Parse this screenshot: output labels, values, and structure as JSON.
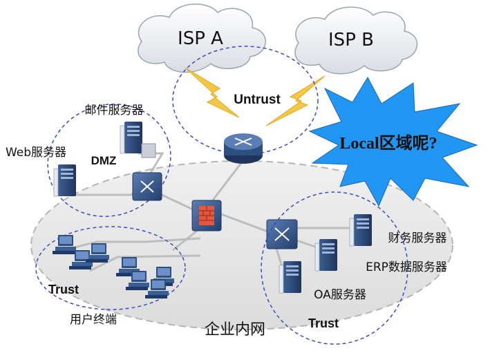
{
  "clouds": {
    "isp_a": "ISP  A",
    "isp_b": "ISP  B"
  },
  "zones": {
    "untrust": "Untrust",
    "dmz": "DMZ",
    "trust_left": "Trust",
    "trust_right": "Trust",
    "local_question": "Local区域呢?"
  },
  "nodes": {
    "mail_server": "邮件服务器",
    "web_server": "Web服务器",
    "finance_server": "财务服务器",
    "erp_server": "ERP数据服务器",
    "oa_server": "OA服务器",
    "user_terminals": "用户终端",
    "intranet": "企业内网"
  },
  "colors": {
    "zone_border": "#3a49c9",
    "device_blue": "#2f4f7f",
    "lightning": "#f6c744",
    "starburst": "#2196f3"
  }
}
